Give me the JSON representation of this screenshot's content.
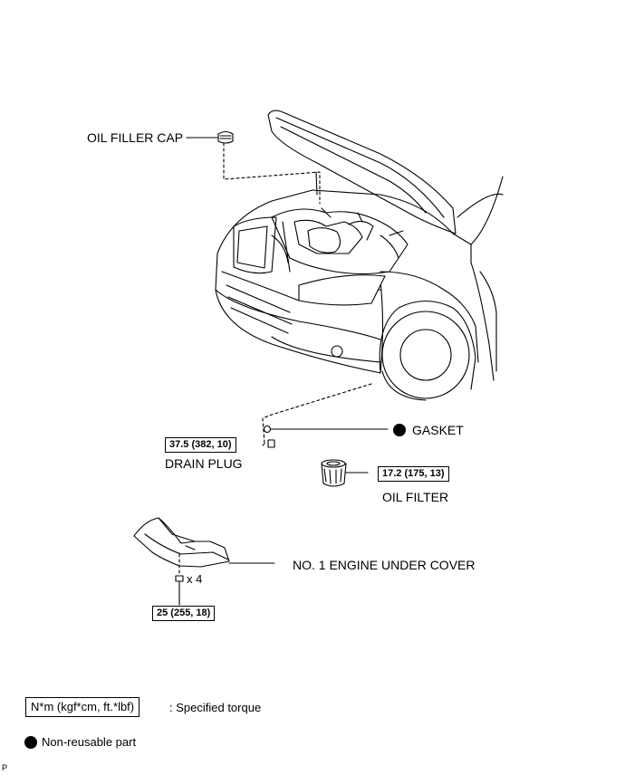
{
  "labels": {
    "oil_filler_cap": "OIL FILLER CAP",
    "gasket": "GASKET",
    "drain_plug": "DRAIN PLUG",
    "oil_filter": "OIL FILTER",
    "under_cover": "NO. 1 ENGINE UNDER COVER",
    "bolt_count": "x 4"
  },
  "torque": {
    "drain_plug": "37.5 (382, 10)",
    "oil_filter": "17.2 (175, 13)",
    "under_cover": "25 (255, 18)"
  },
  "legend": {
    "torque_unit": "N*m (kgf*cm, ft.*lbf)",
    "torque_text": ": Specified torque",
    "nonreusable_text": "Non-reusable part"
  },
  "footer_code": "P"
}
